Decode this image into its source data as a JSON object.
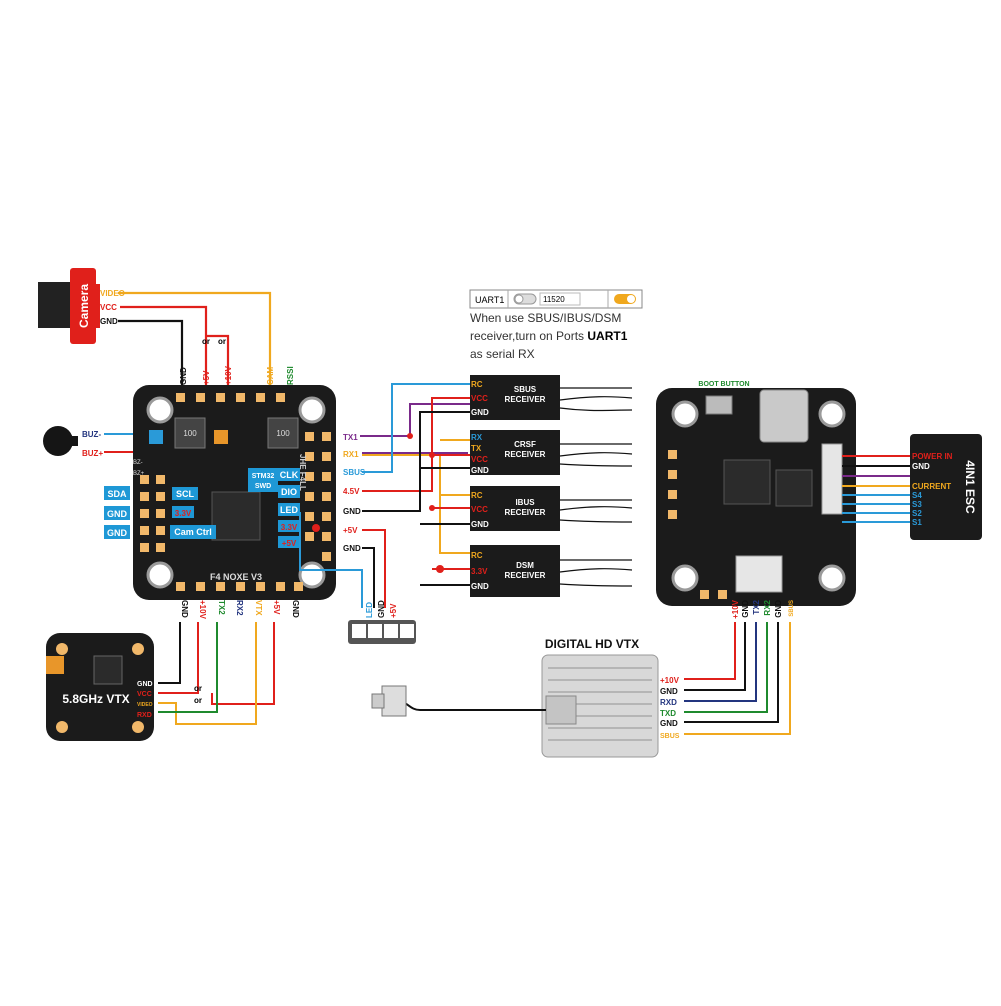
{
  "camera": {
    "title": "Camera",
    "pins": [
      "VIDEO",
      "VCC",
      "GND"
    ]
  },
  "or_label": "or",
  "buzzer": {
    "minus": "BUZ-",
    "plus": "BUZ+",
    "pad_minus": "BZ-",
    "pad_plus": "BZ+"
  },
  "fc_top_pins": [
    "GND",
    "+5V",
    "+10V",
    "CAM",
    "RSSI"
  ],
  "fc_left_labels": [
    "SDA",
    "GND",
    "GND"
  ],
  "fc_board_labels": {
    "scl": "SCL",
    "v33": "3.3V",
    "camctrl": "Cam Ctrl",
    "mcu": "STM32\nSWD",
    "clk": "CLK",
    "dio": "DIO",
    "led": "LED",
    "v33b": "3.3V",
    "v5": "+5V",
    "brand": "F4 NOXE V3",
    "silk": "JHE F4LL"
  },
  "fc_right_pins": [
    "TX1",
    "RX1",
    "SBUS",
    "4.5V",
    "GND",
    "+5V",
    "GND"
  ],
  "fc_bottom_pins": [
    "GND",
    "+10V",
    "TX2",
    "RX2",
    "VTX",
    "+5V",
    "GND"
  ],
  "led_strip_pins": [
    "LED",
    "GND",
    "+5V"
  ],
  "uart_toggle": {
    "port": "UART1",
    "value": "11520"
  },
  "note": {
    "line1": "When use SBUS/IBUS/DSM",
    "line2_pre": "receiver,turn on Ports ",
    "line2_bold": "UART1",
    "line3": "as serial RX"
  },
  "receivers": [
    {
      "name": "SBUS\nRECEIVER",
      "pins": [
        "RC",
        "VCC",
        "GND"
      ]
    },
    {
      "name": "CRSF\nRECEIVER",
      "pins": [
        "RX",
        "TX",
        "VCC",
        "GND"
      ]
    },
    {
      "name": "IBUS\nRECEIVER",
      "pins": [
        "RC",
        "VCC",
        "GND"
      ]
    },
    {
      "name": "DSM\nRECEIVER",
      "pins": [
        "RC",
        "3.3V",
        "GND"
      ]
    }
  ],
  "boot_button": "BOOT BUTTON",
  "esc": {
    "title": "4IN1 ESC",
    "pins": [
      "POWER IN",
      "GND",
      "",
      "CURRENT",
      "S4",
      "S3",
      "S2",
      "S1"
    ]
  },
  "esc_board_bottom_pins": [
    "+10V",
    "GND",
    "TX2",
    "RX2",
    "GND",
    "SBUS"
  ],
  "analog_vtx": {
    "title": "5.8GHz VTX",
    "pins": [
      "GND",
      "VCC",
      "VIDEO",
      "RXD"
    ]
  },
  "hd_vtx": {
    "title": "DIGITAL HD VTX",
    "pins": [
      "+10V",
      "GND",
      "RXD",
      "TXD",
      "GND",
      "SBUS"
    ]
  },
  "colors": {
    "red": "#e0201b",
    "orange": "#f0a81e",
    "green": "#1f8a2e",
    "blue": "#23357f",
    "lightblue": "#2a9ad8",
    "purple": "#7a2a8a",
    "black": "#111111",
    "pcb": "#1b1b1b",
    "label_blue": "#1e98d6",
    "pad": "#f1b86a"
  }
}
